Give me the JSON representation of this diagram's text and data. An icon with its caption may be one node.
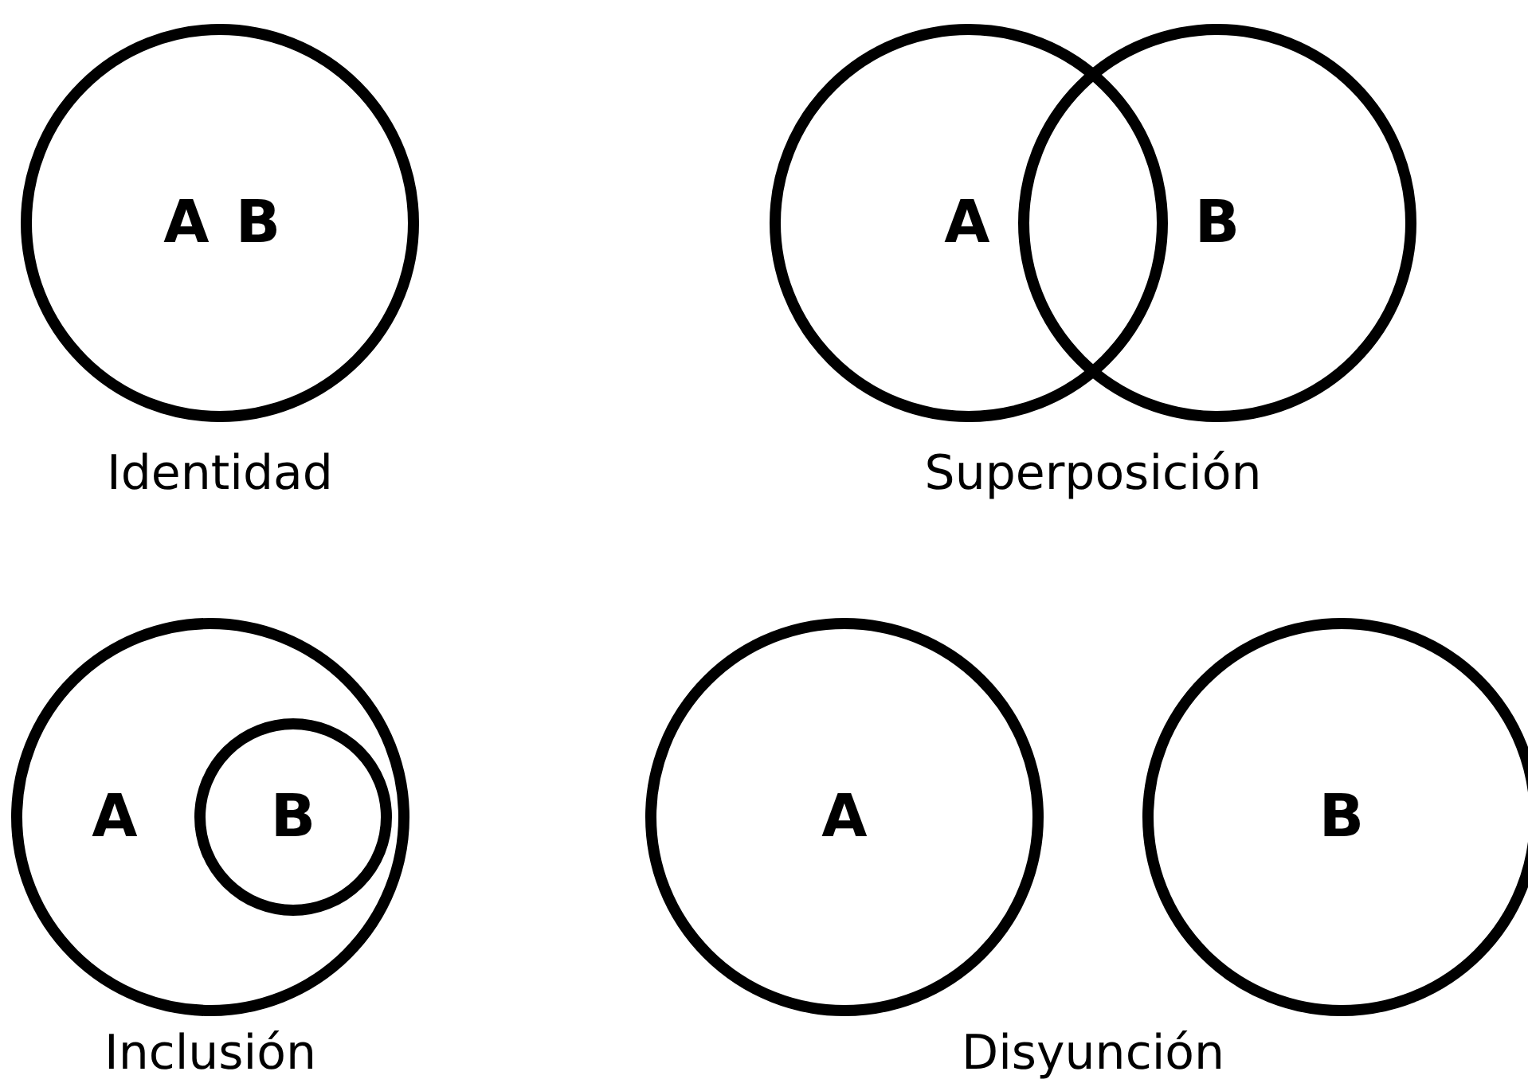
{
  "diagram": {
    "nodes": [
      {
        "text": [
          "A",
          "B"
        ]
      },
      {
        "text": [
          "A"
        ]
      },
      {
        "text": [
          "B"
        ]
      },
      {
        "text": [
          "A"
        ]
      },
      {
        "text": [
          "B"
        ],
        "in": 3
      },
      {
        "text": [
          "A"
        ]
      },
      {
        "text": [
          "B"
        ]
      }
    ],
    "labels": [
      "Identidad",
      "Superposición",
      "Inclusión",
      "Disyunción"
    ]
  }
}
